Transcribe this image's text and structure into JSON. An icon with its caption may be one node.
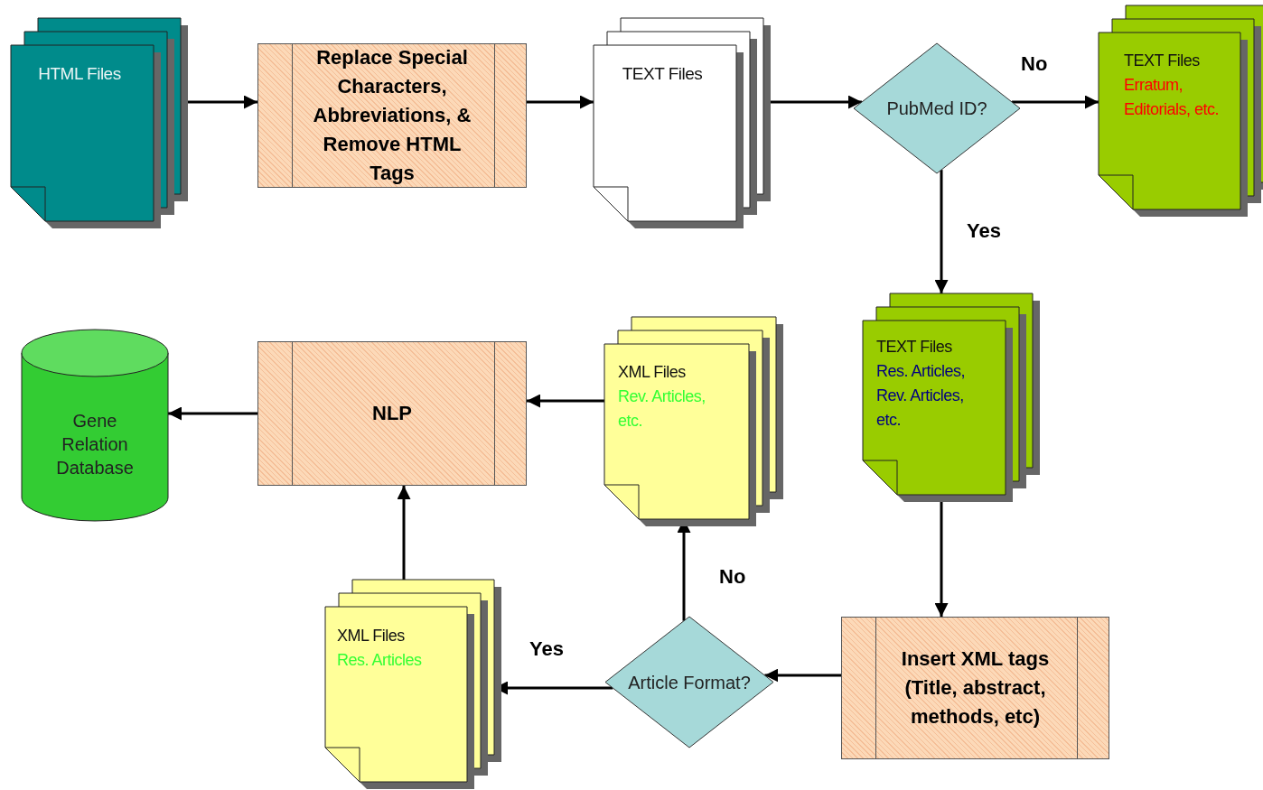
{
  "diagram": {
    "nodes": [
      {
        "text": [
          "HTML Files"
        ]
      },
      {
        "text": [
          "Replace Special Characters, Abbreviations, & Remove HTML Tags"
        ]
      },
      {
        "text": [
          "TEXT Files"
        ]
      },
      {
        "text": [
          "PubMed ID?"
        ]
      },
      {
        "text": [
          "TEXT Files",
          "Erratum, Editorials, etc."
        ]
      },
      {
        "text": [
          "TEXT Files",
          "Res. Articles, Rev. Articles, etc."
        ]
      },
      {
        "text": [
          "Insert XML tags (Title, abstract, methods, etc)"
        ]
      },
      {
        "text": [
          "Article Format?"
        ]
      },
      {
        "text": [
          "XML Files",
          "Rev. Articles, etc."
        ]
      },
      {
        "text": [
          "XML Files",
          "Res. Articles"
        ]
      },
      {
        "text": [
          "NLP"
        ]
      },
      {
        "text": [
          "Gene Relation Database"
        ]
      }
    ],
    "edges": [
      {
        "from": 0,
        "to": 1,
        "arrow": "to"
      },
      {
        "from": 1,
        "to": 2,
        "arrow": "to"
      },
      {
        "from": 2,
        "to": 3,
        "arrow": "to"
      },
      {
        "from": 3,
        "to": 4,
        "label": "No",
        "arrow": "to"
      },
      {
        "from": 3,
        "to": 5,
        "label": "Yes",
        "arrow": "to"
      },
      {
        "from": 5,
        "to": 6,
        "arrow": "to"
      },
      {
        "from": 6,
        "to": 7,
        "arrow": "to"
      },
      {
        "from": 7,
        "to": 8,
        "label": "No",
        "arrow": "to"
      },
      {
        "from": 7,
        "to": 9,
        "label": "Yes",
        "arrow": "to"
      },
      {
        "from": 8,
        "to": 10,
        "arrow": "to"
      },
      {
        "from": 9,
        "to": 10,
        "arrow": "to"
      },
      {
        "from": 10,
        "to": 11,
        "arrow": "to"
      }
    ]
  }
}
